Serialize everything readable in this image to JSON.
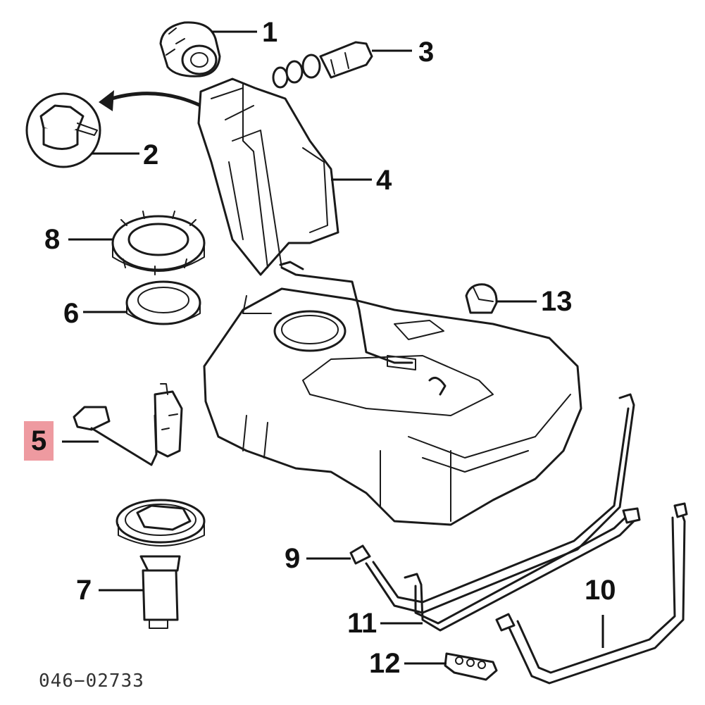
{
  "callouts": [
    {
      "id": "1",
      "label": "1",
      "highlighted": false
    },
    {
      "id": "2",
      "label": "2",
      "highlighted": false
    },
    {
      "id": "3",
      "label": "3",
      "highlighted": false
    },
    {
      "id": "4",
      "label": "4",
      "highlighted": false
    },
    {
      "id": "5",
      "label": "5",
      "highlighted": true
    },
    {
      "id": "6",
      "label": "6",
      "highlighted": false
    },
    {
      "id": "7",
      "label": "7",
      "highlighted": false
    },
    {
      "id": "8",
      "label": "8",
      "highlighted": false
    },
    {
      "id": "9",
      "label": "9",
      "highlighted": false
    },
    {
      "id": "10",
      "label": "10",
      "highlighted": false
    },
    {
      "id": "11",
      "label": "11",
      "highlighted": false
    },
    {
      "id": "12",
      "label": "12",
      "highlighted": false
    },
    {
      "id": "13",
      "label": "13",
      "highlighted": false
    }
  ],
  "reference_code": "046−02733",
  "colors": {
    "highlight": "#ee9aa0",
    "line": "#1a1a1a",
    "background": "#ffffff"
  }
}
